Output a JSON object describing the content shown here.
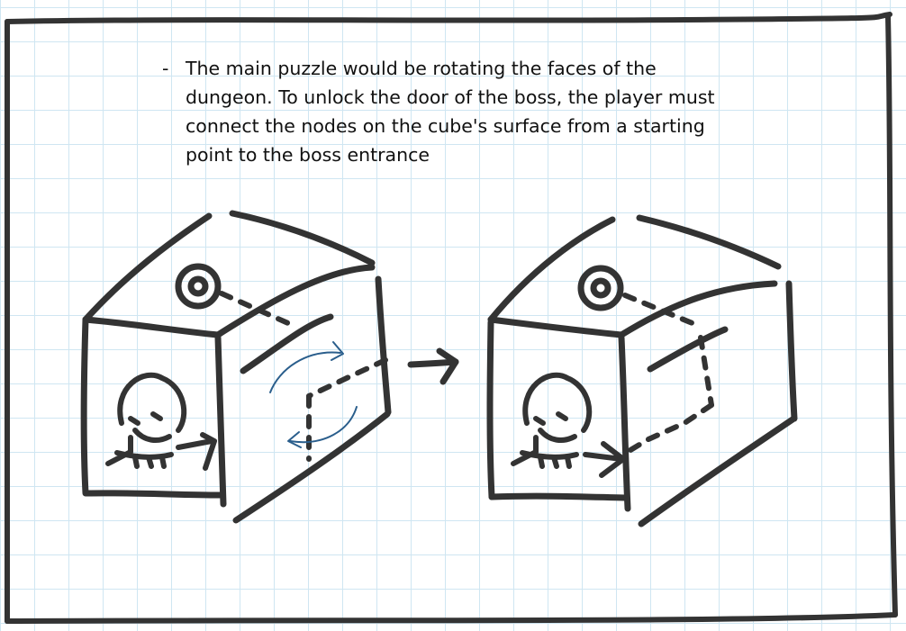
{
  "note": {
    "bullet": "-",
    "text": "The main puzzle would be rotating the faces of the dungeon. To unlock the door of the boss, the player must connect the nodes on the cube's surface from a starting point to the boss entrance"
  },
  "colors": {
    "ink": "#333333",
    "rotation_arrows": "#2a5e8c",
    "grid": "#cfe6f2"
  },
  "figures": [
    {
      "name": "cube-before-rotation",
      "icons": [
        "start-node-icon",
        "boss-skull-icon"
      ],
      "path": "incomplete"
    },
    {
      "name": "cube-after-rotation",
      "icons": [
        "start-node-icon",
        "boss-skull-icon"
      ],
      "path": "connected"
    }
  ]
}
